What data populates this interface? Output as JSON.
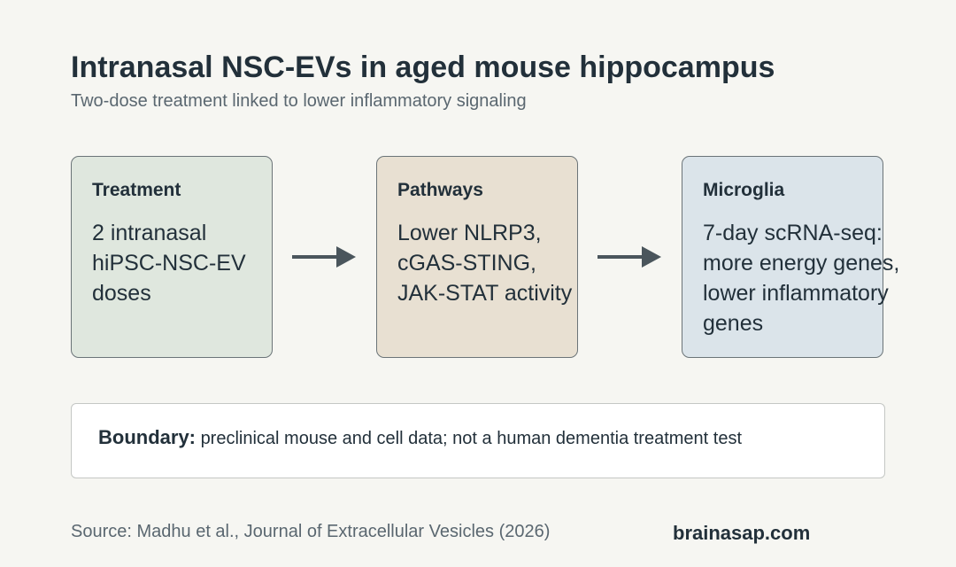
{
  "title": "Intranasal NSC-EVs in aged mouse hippocampus",
  "subtitle": "Two-dose treatment linked to lower inflammatory signaling",
  "cards": [
    {
      "heading": "Treatment",
      "lines": [
        "2 intranasal",
        "hiPSC-NSC-EV",
        "doses"
      ],
      "color": "#dfe7de"
    },
    {
      "heading": "Pathways",
      "lines": [
        "Lower NLRP3,",
        "cGAS-STING,",
        "JAK-STAT activity"
      ],
      "color": "#e8e0d2"
    },
    {
      "heading": "Microglia",
      "lines": [
        "7-day scRNA-seq:",
        "more energy genes,",
        "lower inflammatory",
        "genes"
      ],
      "color": "#dbe4ea"
    }
  ],
  "boundary": {
    "label": "Boundary:",
    "text": "preclinical mouse and cell data; not a human dementia treatment test"
  },
  "source": "Source: Madhu et al., Journal of Extracellular Vesicles (2026)",
  "brand": "brainasap.com",
  "colors": {
    "arrow": "#4a555c",
    "text": "#22303a",
    "muted": "#5a6770"
  }
}
